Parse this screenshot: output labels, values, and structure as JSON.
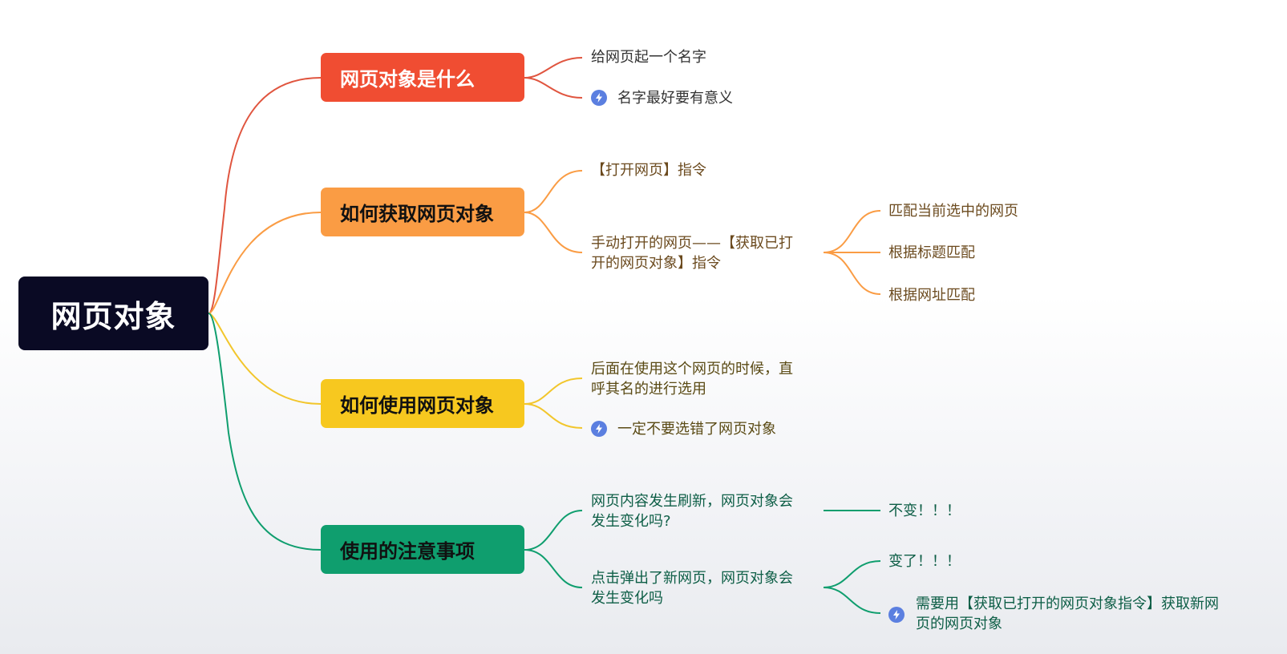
{
  "root": {
    "label": "网页对象"
  },
  "branches": [
    {
      "label": "网页对象是什么",
      "children": [
        {
          "text": "给网页起一个名字"
        },
        {
          "text": "名字最好要有意义",
          "icon": "lightning-icon"
        }
      ]
    },
    {
      "label": "如何获取网页对象",
      "children": [
        {
          "text": "【打开网页】指令"
        },
        {
          "lines": [
            "手动打开的网页——【获取已打",
            "开的网页对象】指令"
          ],
          "children": [
            {
              "text": "匹配当前选中的网页"
            },
            {
              "text": "根据标题匹配"
            },
            {
              "text": "根据网址匹配"
            }
          ]
        }
      ]
    },
    {
      "label": "如何使用网页对象",
      "children": [
        {
          "lines": [
            "后面在使用这个网页的时候，直",
            "呼其名的进行选用"
          ]
        },
        {
          "text": "一定不要选错了网页对象",
          "icon": "lightning-icon"
        }
      ]
    },
    {
      "label": "使用的注意事项",
      "children": [
        {
          "lines": [
            "网页内容发生刷新，网页对象会",
            "发生变化吗?"
          ],
          "children": [
            {
              "text": "不变！！！"
            }
          ]
        },
        {
          "lines": [
            "点击弹出了新网页，网页对象会",
            "发生变化吗"
          ],
          "children": [
            {
              "text": "变了！！！"
            },
            {
              "lines": [
                "需要用【获取已打开的网页对象指令】获取新网",
                "页的网页对象"
              ],
              "icon": "lightning-icon"
            }
          ]
        }
      ]
    }
  ],
  "colors": {
    "root": "#0a0a24",
    "red": "#f04d32",
    "orange": "#fa9c44",
    "yellow": "#f7c81f",
    "green": "#0f9e6e",
    "bolt": "#5b7fe0"
  }
}
